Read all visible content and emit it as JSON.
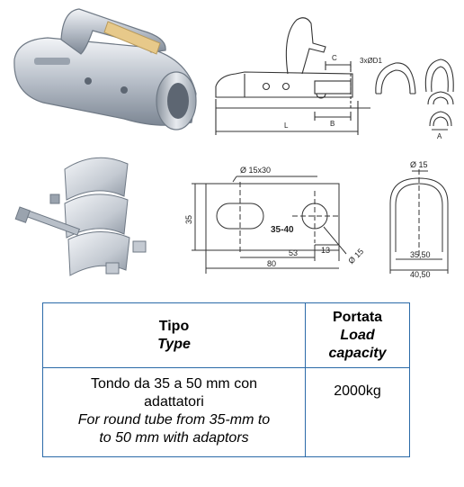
{
  "drawing_top": {
    "dim_C": "C",
    "dim_holes": "3xØD1",
    "dim_B": "B",
    "dim_L": "L",
    "dim_A": "A"
  },
  "drawing_bottom_left": {
    "dim_slot": "Ø 15x30",
    "dim_35": "35",
    "part_label": "35-40",
    "dim_13": "13",
    "dim_53": "53",
    "dim_80": "80",
    "dim_15": "Ø 15"
  },
  "drawing_bottom_right": {
    "dim_15": "Ø 15",
    "dim_3550": "35,50",
    "dim_4050": "40,50"
  },
  "table": {
    "col1_header_it": "Tipo",
    "col1_header_en": "Type",
    "col2_header_it": "Portata",
    "col2_header_en_1": "Load",
    "col2_header_en_2": "capacity",
    "row1_type_it_1": "Tondo da 35 a 50 mm con",
    "row1_type_it_2": "adattatori",
    "row1_type_en_1": "For round tube from 35-mm to",
    "row1_type_en_2": "to 50 mm with adaptors",
    "row1_capacity": "2000kg"
  },
  "colors": {
    "table_border": "#2b6aa8",
    "metal_light": "#dfe3e8",
    "metal_dark": "#8e97a3",
    "line": "#333333"
  }
}
